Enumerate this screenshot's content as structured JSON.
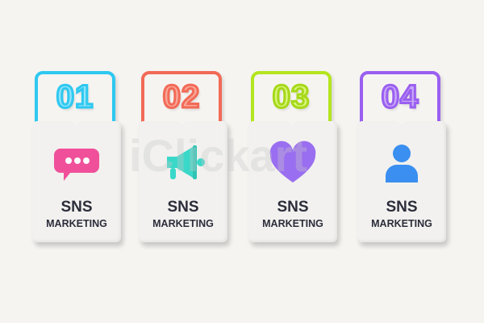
{
  "watermark": "iClickart",
  "items": [
    {
      "number": "01",
      "title": "SNS",
      "subtitle": "MARKETING",
      "frame_color": "#2ec8f0",
      "icon": "chat-bubble-icon",
      "icon_color": "#f0509a"
    },
    {
      "number": "02",
      "title": "SNS",
      "subtitle": "MARKETING",
      "frame_color": "#f26a57",
      "icon": "megaphone-icon",
      "icon_color": "#3ad8c8"
    },
    {
      "number": "03",
      "title": "SNS",
      "subtitle": "MARKETING",
      "frame_color": "#b3e51f",
      "icon": "heart-icon",
      "icon_color": "#9a6ef0"
    },
    {
      "number": "04",
      "title": "SNS",
      "subtitle": "MARKETING",
      "frame_color": "#9a5ff0",
      "icon": "person-icon",
      "icon_color": "#3a8ff0"
    }
  ]
}
